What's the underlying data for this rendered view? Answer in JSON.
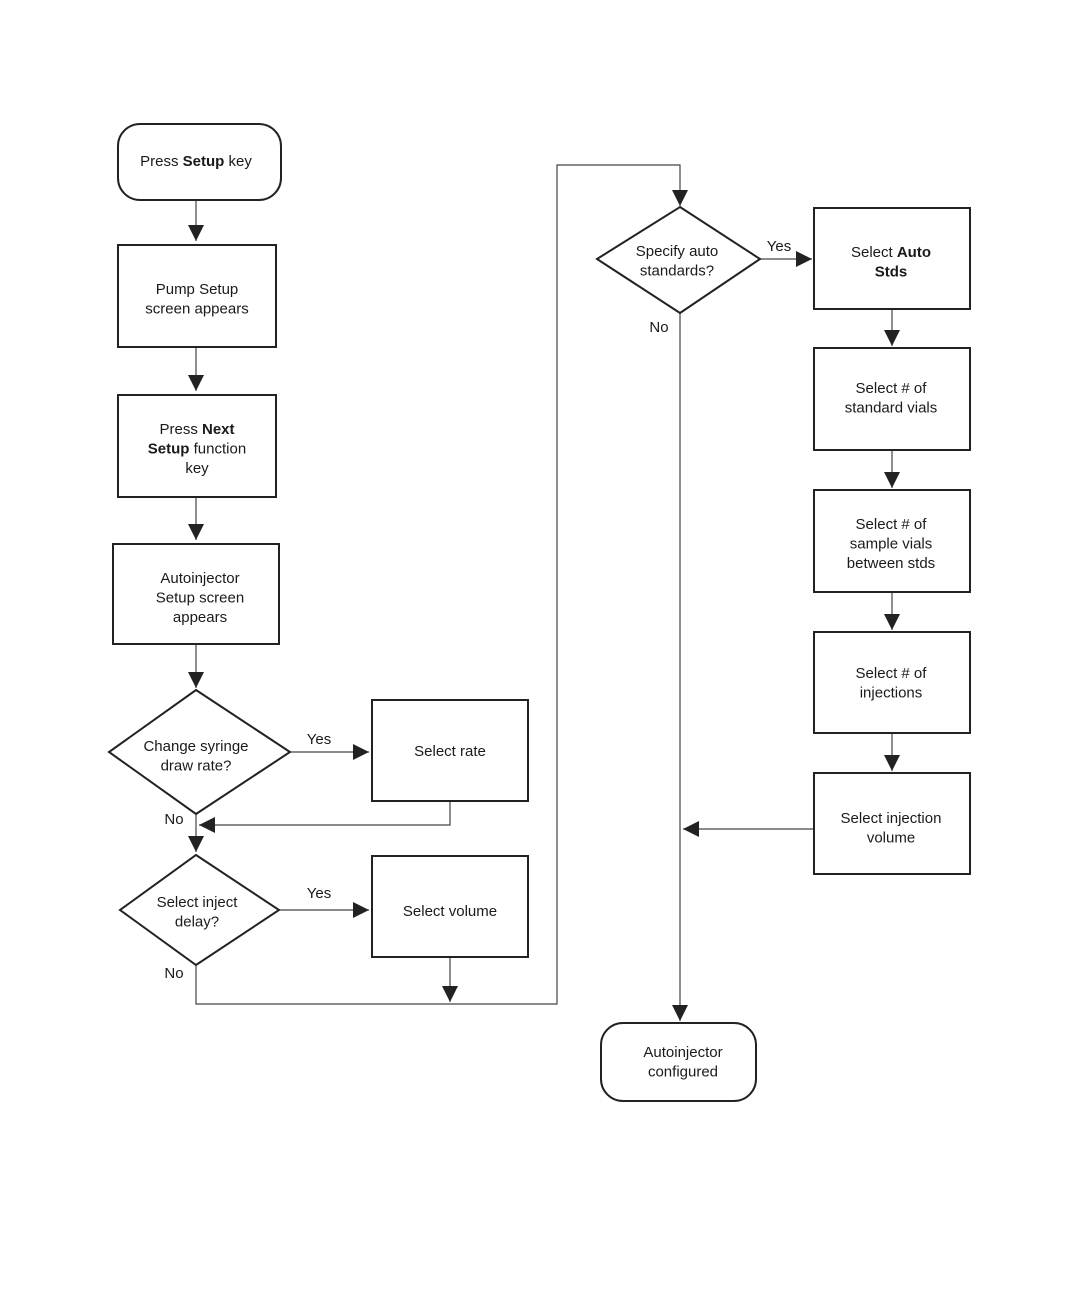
{
  "nodes": {
    "press_setup": {
      "lines": [
        [
          {
            "t": "Press "
          },
          {
            "t": "Setup",
            "b": true
          },
          {
            "t": " key"
          }
        ]
      ]
    },
    "pump_setup": {
      "lines": [
        [
          {
            "t": "Pump Setup"
          }
        ],
        [
          {
            "t": "screen appears"
          }
        ]
      ]
    },
    "press_next": {
      "lines": [
        [
          {
            "t": "Press "
          },
          {
            "t": "Next",
            "b": true
          }
        ],
        [
          {
            "t": "Setup",
            "b": true
          },
          {
            "t": " function"
          }
        ],
        [
          {
            "t": "key"
          }
        ]
      ]
    },
    "autoinjector_setup": {
      "lines": [
        [
          {
            "t": "Autoinjector"
          }
        ],
        [
          {
            "t": "Setup  screen"
          }
        ],
        [
          {
            "t": "appears"
          }
        ]
      ]
    },
    "change_syringe": {
      "lines": [
        [
          {
            "t": "Change syringe"
          }
        ],
        [
          {
            "t": "draw rate?"
          }
        ]
      ]
    },
    "select_rate": {
      "lines": [
        [
          {
            "t": "Select rate"
          }
        ]
      ]
    },
    "select_inject_delay": {
      "lines": [
        [
          {
            "t": "Select inject"
          }
        ],
        [
          {
            "t": "delay?"
          }
        ]
      ]
    },
    "select_volume": {
      "lines": [
        [
          {
            "t": "Select volume"
          }
        ]
      ]
    },
    "specify_auto": {
      "lines": [
        [
          {
            "t": "Specify auto"
          }
        ],
        [
          {
            "t": "standards?"
          }
        ]
      ]
    },
    "select_auto_stds": {
      "lines": [
        [
          {
            "t": "Select "
          },
          {
            "t": "Auto",
            "b": true
          }
        ],
        [
          {
            "t": "Stds",
            "b": true
          }
        ]
      ]
    },
    "select_std_vials": {
      "lines": [
        [
          {
            "t": "Select # of"
          }
        ],
        [
          {
            "t": "standard vials"
          }
        ]
      ]
    },
    "select_sample_vials": {
      "lines": [
        [
          {
            "t": "Select # of"
          }
        ],
        [
          {
            "t": "sample vials"
          }
        ],
        [
          {
            "t": "between stds"
          }
        ]
      ]
    },
    "select_injections": {
      "lines": [
        [
          {
            "t": "Select # of"
          }
        ],
        [
          {
            "t": "injections"
          }
        ]
      ]
    },
    "select_injection_volume": {
      "lines": [
        [
          {
            "t": "Select injection"
          }
        ],
        [
          {
            "t": "volume"
          }
        ]
      ]
    },
    "configured": {
      "lines": [
        [
          {
            "t": "Autoinjector"
          }
        ],
        [
          {
            "t": "configured"
          }
        ]
      ]
    }
  },
  "edge_labels": {
    "syringe_yes": "Yes",
    "syringe_no": "No",
    "delay_yes": "Yes",
    "delay_no": "No",
    "auto_yes": "Yes",
    "auto_no": "No"
  }
}
